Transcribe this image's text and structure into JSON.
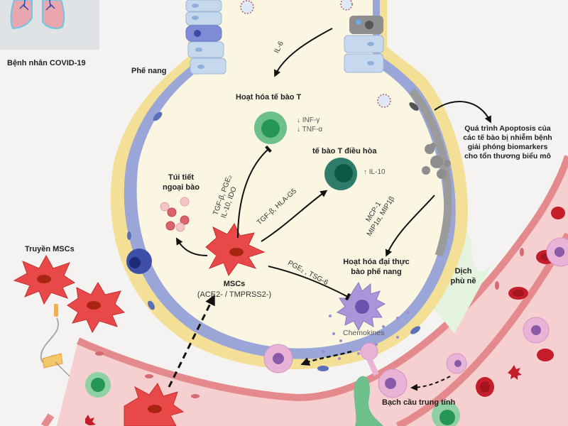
{
  "labels": {
    "patient": "Bệnh nhân COVID-19",
    "alveolus": "Phế nang",
    "t_cell_activation": "Hoạt hóa tế bào T",
    "inf_gamma": "↓ INF-γ",
    "tnf_alpha": "↓ TNF-α",
    "treg": "tế bào T điều hòa",
    "il10": "↑ IL-10",
    "apoptosis": [
      "Quá trình Apoptosis của",
      "các tế bào bị nhiễm bệnh",
      "giải phóng biomarkers",
      "cho tổn thương biểu mô"
    ],
    "vesicles": [
      "Túi tiết",
      "ngoại bào"
    ],
    "mscs": "MSCs",
    "mscs_markers": "(ACE2- / TMPRSS2-)",
    "macrophage_activation": [
      "Hoạt hóa đại thực",
      "bào phế nang"
    ],
    "edema": [
      "Dịch",
      "phù nề"
    ],
    "msc_infusion": "Truyền MSCs",
    "chemokines": "Chemokines",
    "neutrophils": "Bạch cầu trung tính"
  },
  "arrow_labels": {
    "il6": "IL-6",
    "tgf_pge_1": "TGF-β, PGE₂",
    "tgf_pge_2": "IL-10, IDO",
    "tgf_hla": "TGF-β, HLA-G5",
    "mcp_1": "MCP-1",
    "mcp_2": "MIP1α, MIP1β",
    "pge_tsg": "PGE₂ , TSG-6"
  },
  "colors": {
    "background": "#f4f3f1",
    "alveolus_fill": "#faf6e2",
    "alveolus_wall": "#f3df96",
    "epithelium": "#9aa6d8",
    "epithelium_dark": "#6b79c0",
    "ciliated_cell": "#c5d8ee",
    "t_cell": "#6dbf8c",
    "t_cell_nucleus": "#259657",
    "treg": "#2f7c6a",
    "treg_nucleus": "#0e5a45",
    "msc": "#e84848",
    "msc_nucleus": "#a82512",
    "macrophage": "#a995d8",
    "vessel": "#f6cfd0",
    "vessel_wall": "#e58a8c",
    "rbc": "#c41e2a",
    "neutrophil": "#e8b3d6",
    "edema": "#e3f3dd",
    "apoptotic": "#8e8e8e"
  }
}
